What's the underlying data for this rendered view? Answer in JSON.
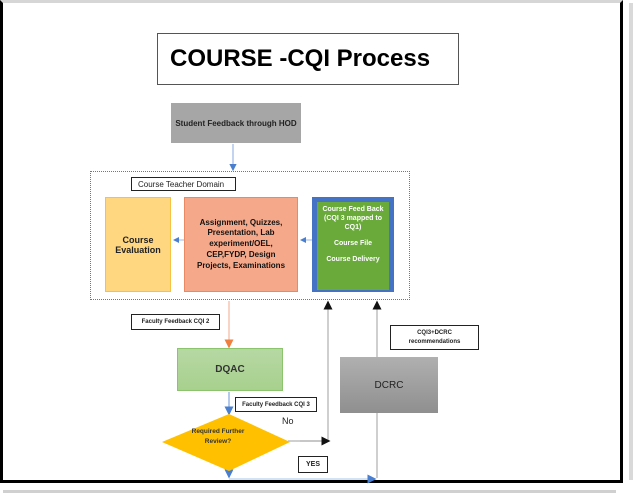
{
  "title": "COURSE -CQI Process",
  "nodes": {
    "student_feedback": "Student Feedback through HOD",
    "domain_label": "Course Teacher Domain",
    "course_evaluation": [
      "Course",
      "Evaluation"
    ],
    "assessments": "Assignment, Quizzes, Presentation, Lab experiment/OEL, CEP,FYDP, Design Projects, Examinations",
    "course_feedback": {
      "line1": "Course Feed Back",
      "line2": "(CQI 3 mapped to",
      "line3": "CQ1)",
      "course_file": "Course File",
      "course_delivery": "Course Delivery"
    },
    "dqac": "DQAC",
    "dcrc": "DCRC",
    "decision": [
      "Required Further",
      "Review?"
    ]
  },
  "labels": {
    "faculty_feedback_cqi2": "Faculty Feedback CQI 2",
    "faculty_feedback_cqi3": "Faculty Feedback CQI 3",
    "cqi3_dcrc": [
      "CQI3+DCRC",
      "recommendations"
    ],
    "no": "No",
    "yes": "YES"
  },
  "colors": {
    "student_box": "#a6a6a6",
    "evaluation_fill": "#ffd780",
    "assessment_fill": "#f5a98a",
    "feedback_border": "#4472c4",
    "feedback_fill": "#6aaa3a",
    "dqac_fill": "#a8d08d",
    "dcrc_fill": "#a0a0a0",
    "decision_fill": "#ffc000",
    "blue_arrow": "#4a7fcf",
    "orange_arrow": "#f4a582",
    "gray_arrow": "#bfbfbf"
  }
}
